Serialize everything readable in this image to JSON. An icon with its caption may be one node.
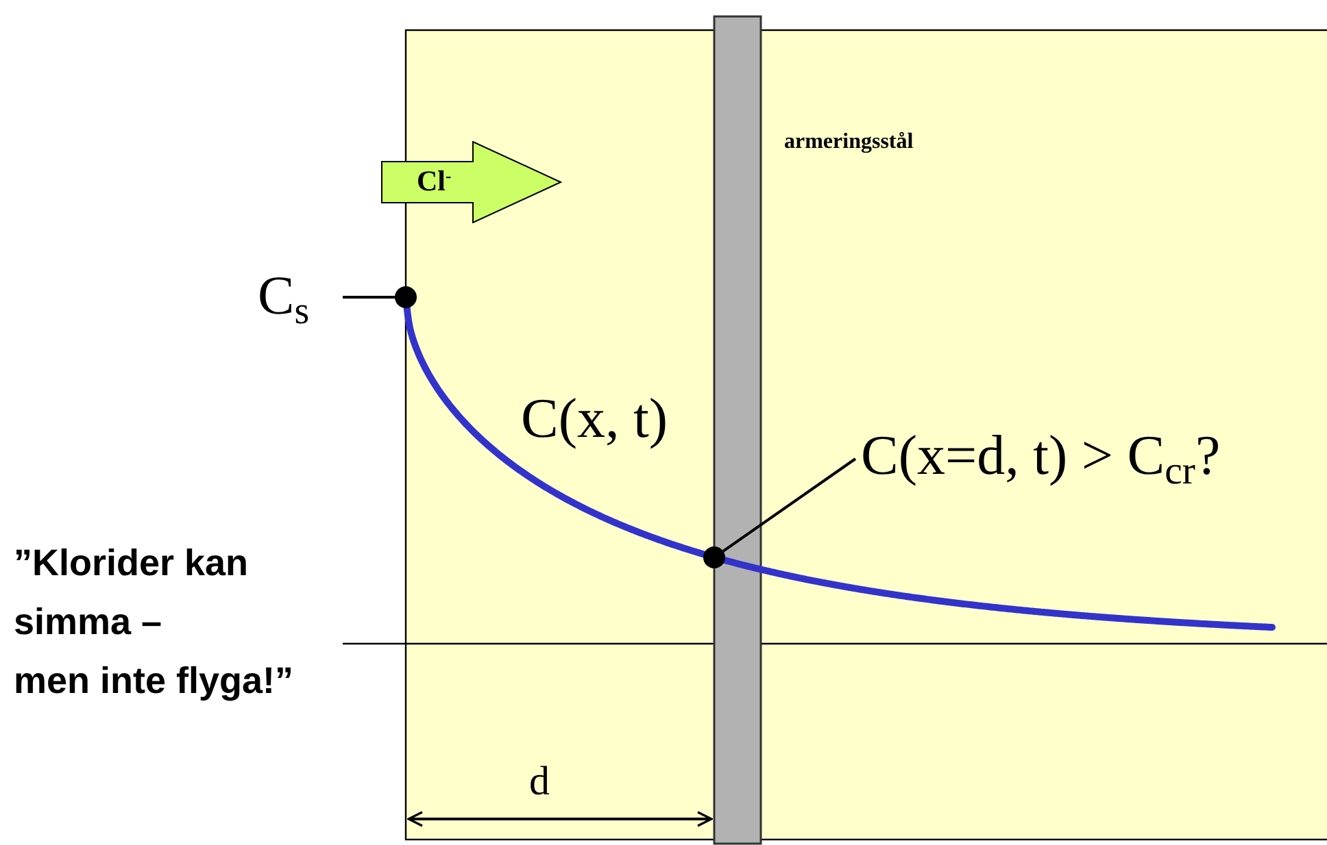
{
  "diagram": {
    "nodes": [
      {
        "text": [
          "C$_{s}$"
        ]
      },
      {
        "text": [],
        "shape": "circle"
      },
      {
        "text": [
          "Cl$^{-}$"
        ]
      },
      {
        "text": [
          "C(x=d, t) > C$_{cr}$?"
        ]
      },
      {
        "text": [],
        "shape": "circle"
      }
    ],
    "edges": [
      {
        "from": 0,
        "to": 1,
        "arrow": "none"
      },
      {
        "from": 3,
        "to": 4,
        "arrow": "none"
      }
    ],
    "labels": [
      "armeringsstål",
      "C(x, t)",
      "d",
      "”Klorider kan",
      "simma –",
      "men inte flyga!”"
    ]
  }
}
